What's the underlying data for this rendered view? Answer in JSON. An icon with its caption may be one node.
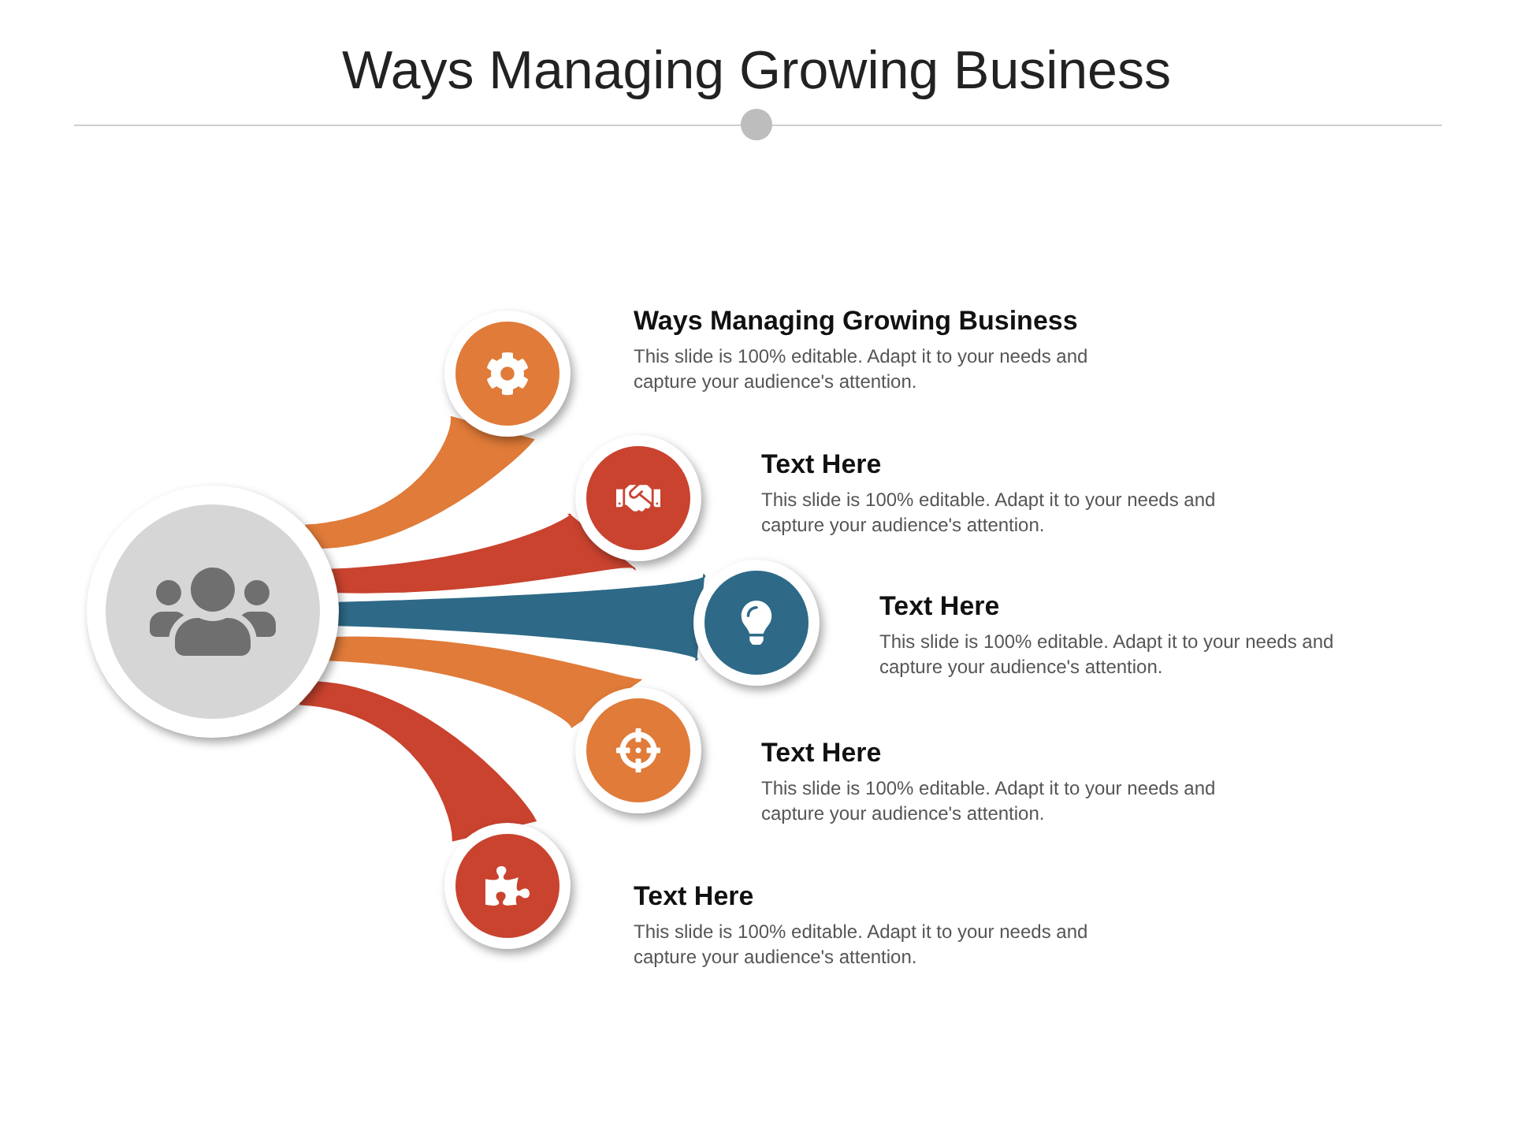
{
  "diagram": {
    "title": "Ways Managing Growing Business",
    "nodes": [
      {
        "text": [],
        "shape": "circle"
      },
      {
        "text": [],
        "shape": "circle",
        "beside": [
          "Ways Managing Growing Business",
          "This slide is 100% editable. Adapt it to your needs and capture your audience's attention."
        ]
      },
      {
        "text": [],
        "shape": "circle",
        "beside": [
          "Text Here",
          "This slide is 100% editable. Adapt it to your needs and capture your audience's attention."
        ]
      },
      {
        "text": [],
        "shape": "circle",
        "beside": [
          "Text Here",
          "This slide is 100% editable. Adapt it to your needs and capture your audience's attention."
        ]
      },
      {
        "text": [],
        "shape": "circle",
        "beside": [
          "Text Here",
          "This slide is 100% editable. Adapt it to your needs and capture your audience's attention."
        ]
      },
      {
        "text": [],
        "shape": "circle",
        "beside": [
          "Text Here",
          "This slide is 100% editable. Adapt it to your needs and capture your audience's attention."
        ]
      }
    ],
    "edges": [
      {
        "from": 0,
        "to": 1,
        "arrow": "none",
        "style": "thick",
        "color": "#e07b39"
      },
      {
        "from": 0,
        "to": 2,
        "arrow": "none",
        "style": "thick",
        "color": "#c9432f"
      },
      {
        "from": 0,
        "to": 3,
        "arrow": "none",
        "style": "thick",
        "color": "#2e6a87"
      },
      {
        "from": 0,
        "to": 4,
        "arrow": "none",
        "style": "thick",
        "color": "#e07b39"
      },
      {
        "from": 0,
        "to": 5,
        "arrow": "none",
        "style": "thick",
        "color": "#c9432f"
      }
    ]
  }
}
